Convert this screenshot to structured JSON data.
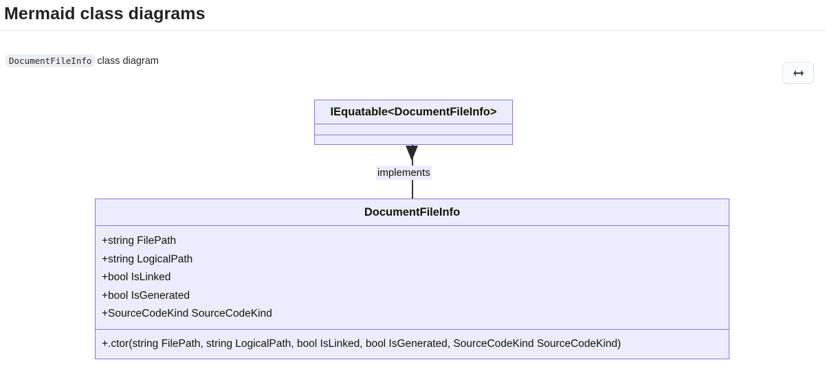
{
  "header": {
    "title": "Mermaid class diagrams"
  },
  "caption": {
    "code": "DocumentFileInfo",
    "text": "class diagram"
  },
  "toolbar": {
    "resize_button_label": "",
    "resize_icon": "left-right-arrow-icon"
  },
  "colors": {
    "node_fill": "#ececff",
    "node_border": "#9370db",
    "edge": "#333333",
    "label_bg": "#ebebfc",
    "text": "#131300",
    "page_text": "#1f2328",
    "rule": "#e6e8eb"
  },
  "diagram": {
    "type": "class-diagram",
    "interface": {
      "name": "IEquatable<DocumentFileInfo>",
      "attributes": [],
      "methods": []
    },
    "relationship": {
      "label": "implements",
      "from": "DocumentFileInfo",
      "to": "IEquatable<DocumentFileInfo>",
      "arrow": "hollow-triangle-solid-line"
    },
    "class": {
      "name": "DocumentFileInfo",
      "attributes": [
        "+string FilePath",
        "+string LogicalPath",
        "+bool IsLinked",
        "+bool IsGenerated",
        "+SourceCodeKind SourceCodeKind"
      ],
      "methods": [
        "+.ctor(string FilePath, string LogicalPath, bool IsLinked, bool IsGenerated, SourceCodeKind SourceCodeKind)"
      ]
    }
  }
}
